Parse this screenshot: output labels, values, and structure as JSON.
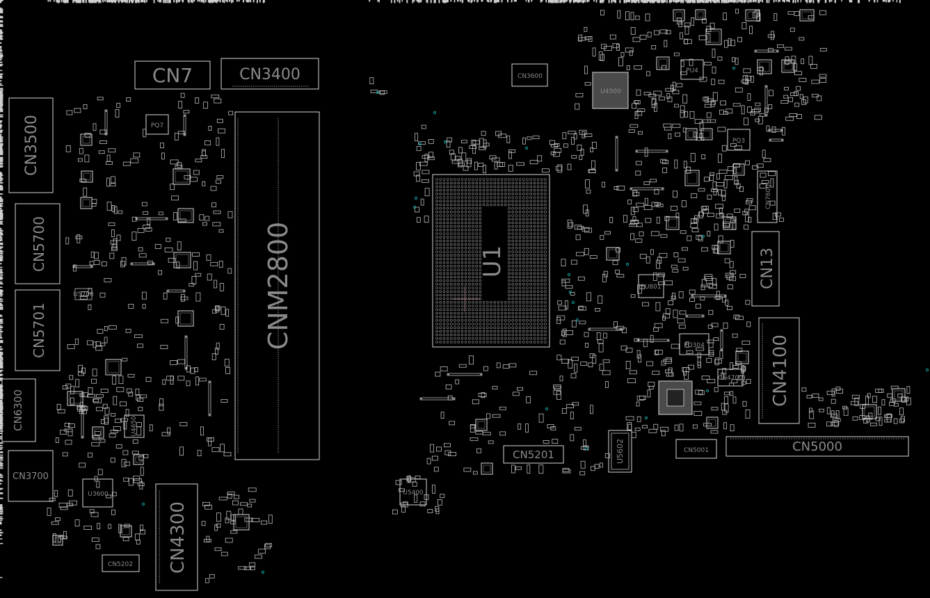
{
  "labels": {
    "cn7": "CN7",
    "cn3400": "CN3400",
    "cn3500": "CN3500",
    "cnm2800": "CNM2800",
    "cn5700": "CN5700",
    "cn5701": "CN5701",
    "cn6300": "CN6300",
    "cn3700": "CN3700",
    "u3600": "U3600",
    "cn4300": "CN4300",
    "cn5202": "CN5202",
    "pq7": "PQ7",
    "u5700": "U5700",
    "u1": "U1",
    "cn3600": "CN3600",
    "u4500": "U4500",
    "pu4": "PU4",
    "pq3": "PQ3",
    "cn7600": "CN7600",
    "cn13": "CN13",
    "pu801": "PU801",
    "pq304": "PQ304",
    "cn4100": "CN4100",
    "cn4700": "CN4700",
    "cn5201": "CN5201",
    "u5602": "U5602",
    "cn5001": "CN5001",
    "cn5000": "CN5000",
    "u5400": "U5400",
    "u4650": "U4650"
  },
  "colors": {
    "background": "#000000",
    "outline": "#d8d8d8",
    "label": "#8a8a8a",
    "via": "#19a3a3"
  }
}
